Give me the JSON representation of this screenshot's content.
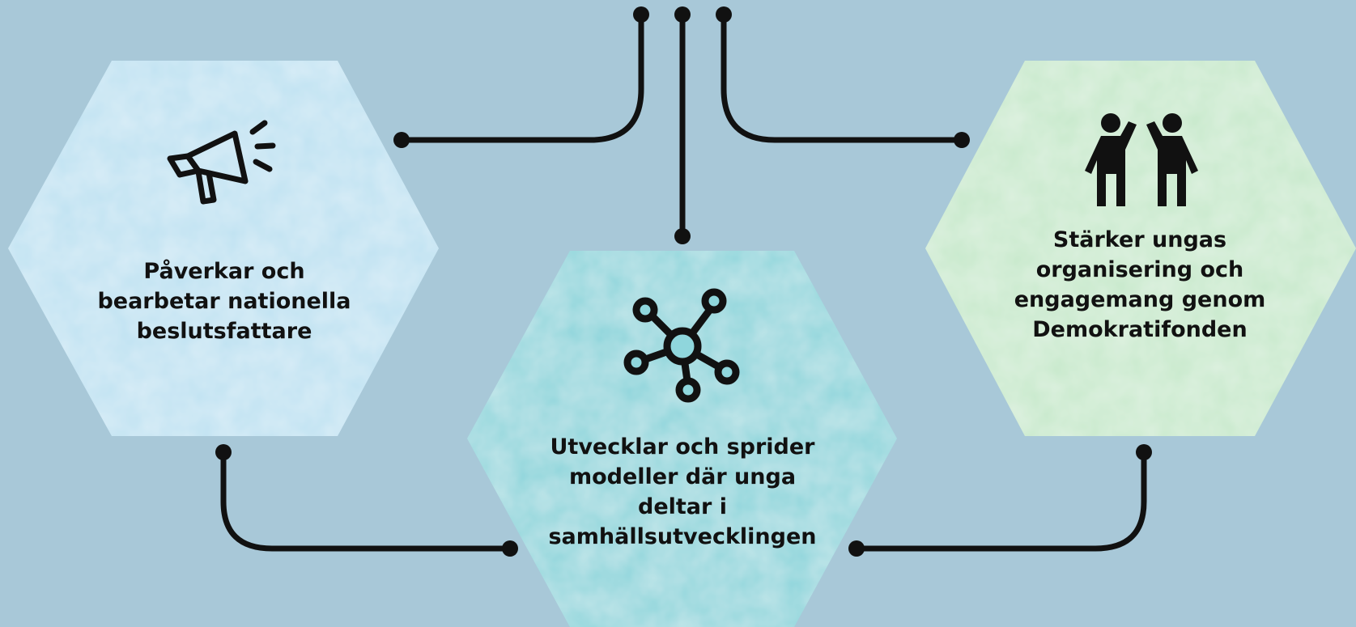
{
  "colors": {
    "background": "#a8c8d8",
    "left_hexagon": "#bfe2f2",
    "center_hexagon": "#8fd6dc",
    "right_hexagon": "#c8e9cc",
    "connector": "#111111"
  },
  "hexagons": [
    {
      "id": "left",
      "icon": "megaphone-icon",
      "lines": [
        "Påverkar och",
        "bearbetar nationella",
        "beslutsfattare"
      ]
    },
    {
      "id": "center",
      "icon": "network-hub-icon",
      "lines": [
        "Utvecklar och sprider",
        "modeller där unga",
        "deltar i",
        "samhällsutvecklingen"
      ]
    },
    {
      "id": "right",
      "icon": "people-high-five-icon",
      "lines": [
        "Stärker ungas",
        "organisering och",
        "engagemang genom",
        "Demokratifonden"
      ]
    }
  ]
}
